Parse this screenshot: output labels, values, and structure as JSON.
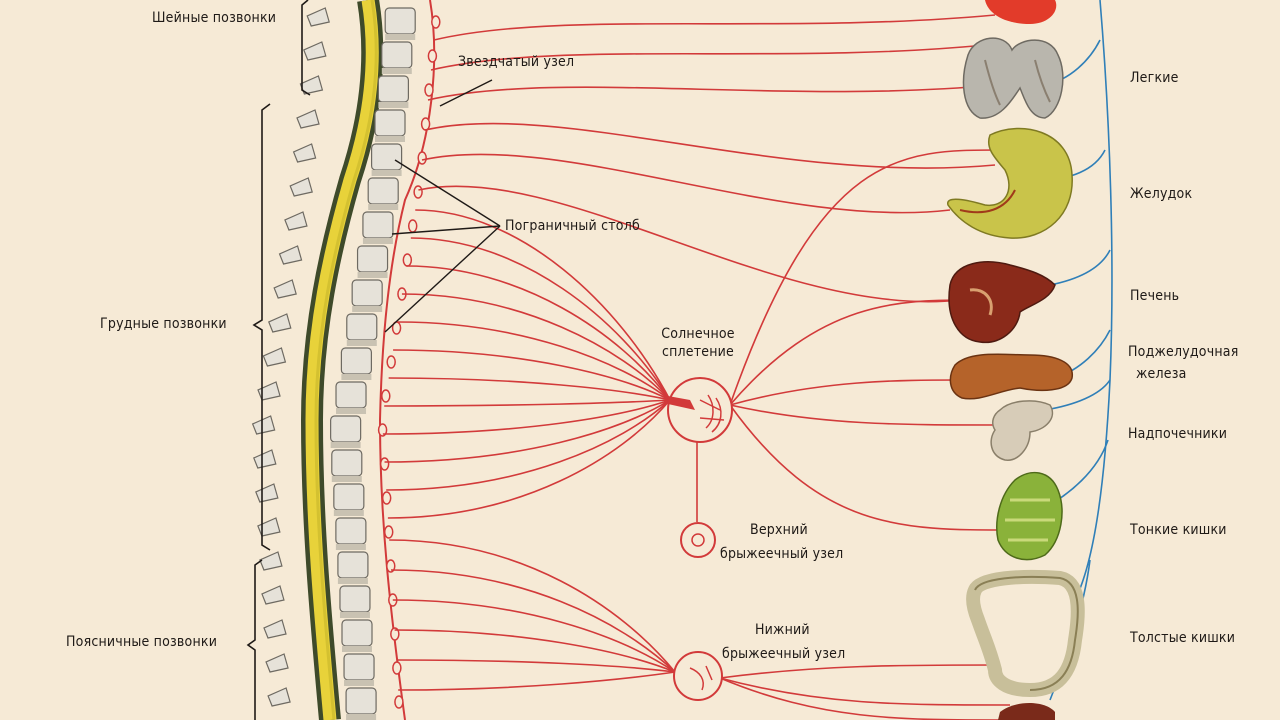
{
  "labels": {
    "cervical": "Шейные позвонки",
    "stellate": "Звездчатый узел",
    "border_trunk": "Пограничный столб",
    "thoracic": "Грудные позвонки",
    "solar_1": "Солнечное",
    "solar_2": "сплетение",
    "lumbar": "Поясничные позвонки",
    "upper_mes_1": "Верхний",
    "upper_mes_2": "брыжеечный узел",
    "lower_mes_1": "Нижний",
    "lower_mes_2": "брыжеечный узел"
  },
  "organs": {
    "lungs": "Легкие",
    "stomach": "Желудок",
    "liver": "Печень",
    "pancreas_1": "Поджелудочная",
    "pancreas_2": "железа",
    "adrenals": "Надпочечники",
    "small_int": "Тонкие кишки",
    "large_int": "Толстые кишки"
  },
  "colors": {
    "background": "#f6ead6",
    "sympathetic_nerve": "#d23a3a",
    "parasympathetic_nerve": "#2f7fb8",
    "spinal_cord": "#e8d23a",
    "spinal_cord_edge": "#3e4a2a",
    "vertebra": "#e6e2d9"
  },
  "icons": {
    "stellate_ganglion": "ganglion-node-icon",
    "solar_plexus": "plexus-circle-icon",
    "upper_mesenteric": "ganglion-circle-icon",
    "lower_mesenteric": "ganglion-circle-icon"
  }
}
